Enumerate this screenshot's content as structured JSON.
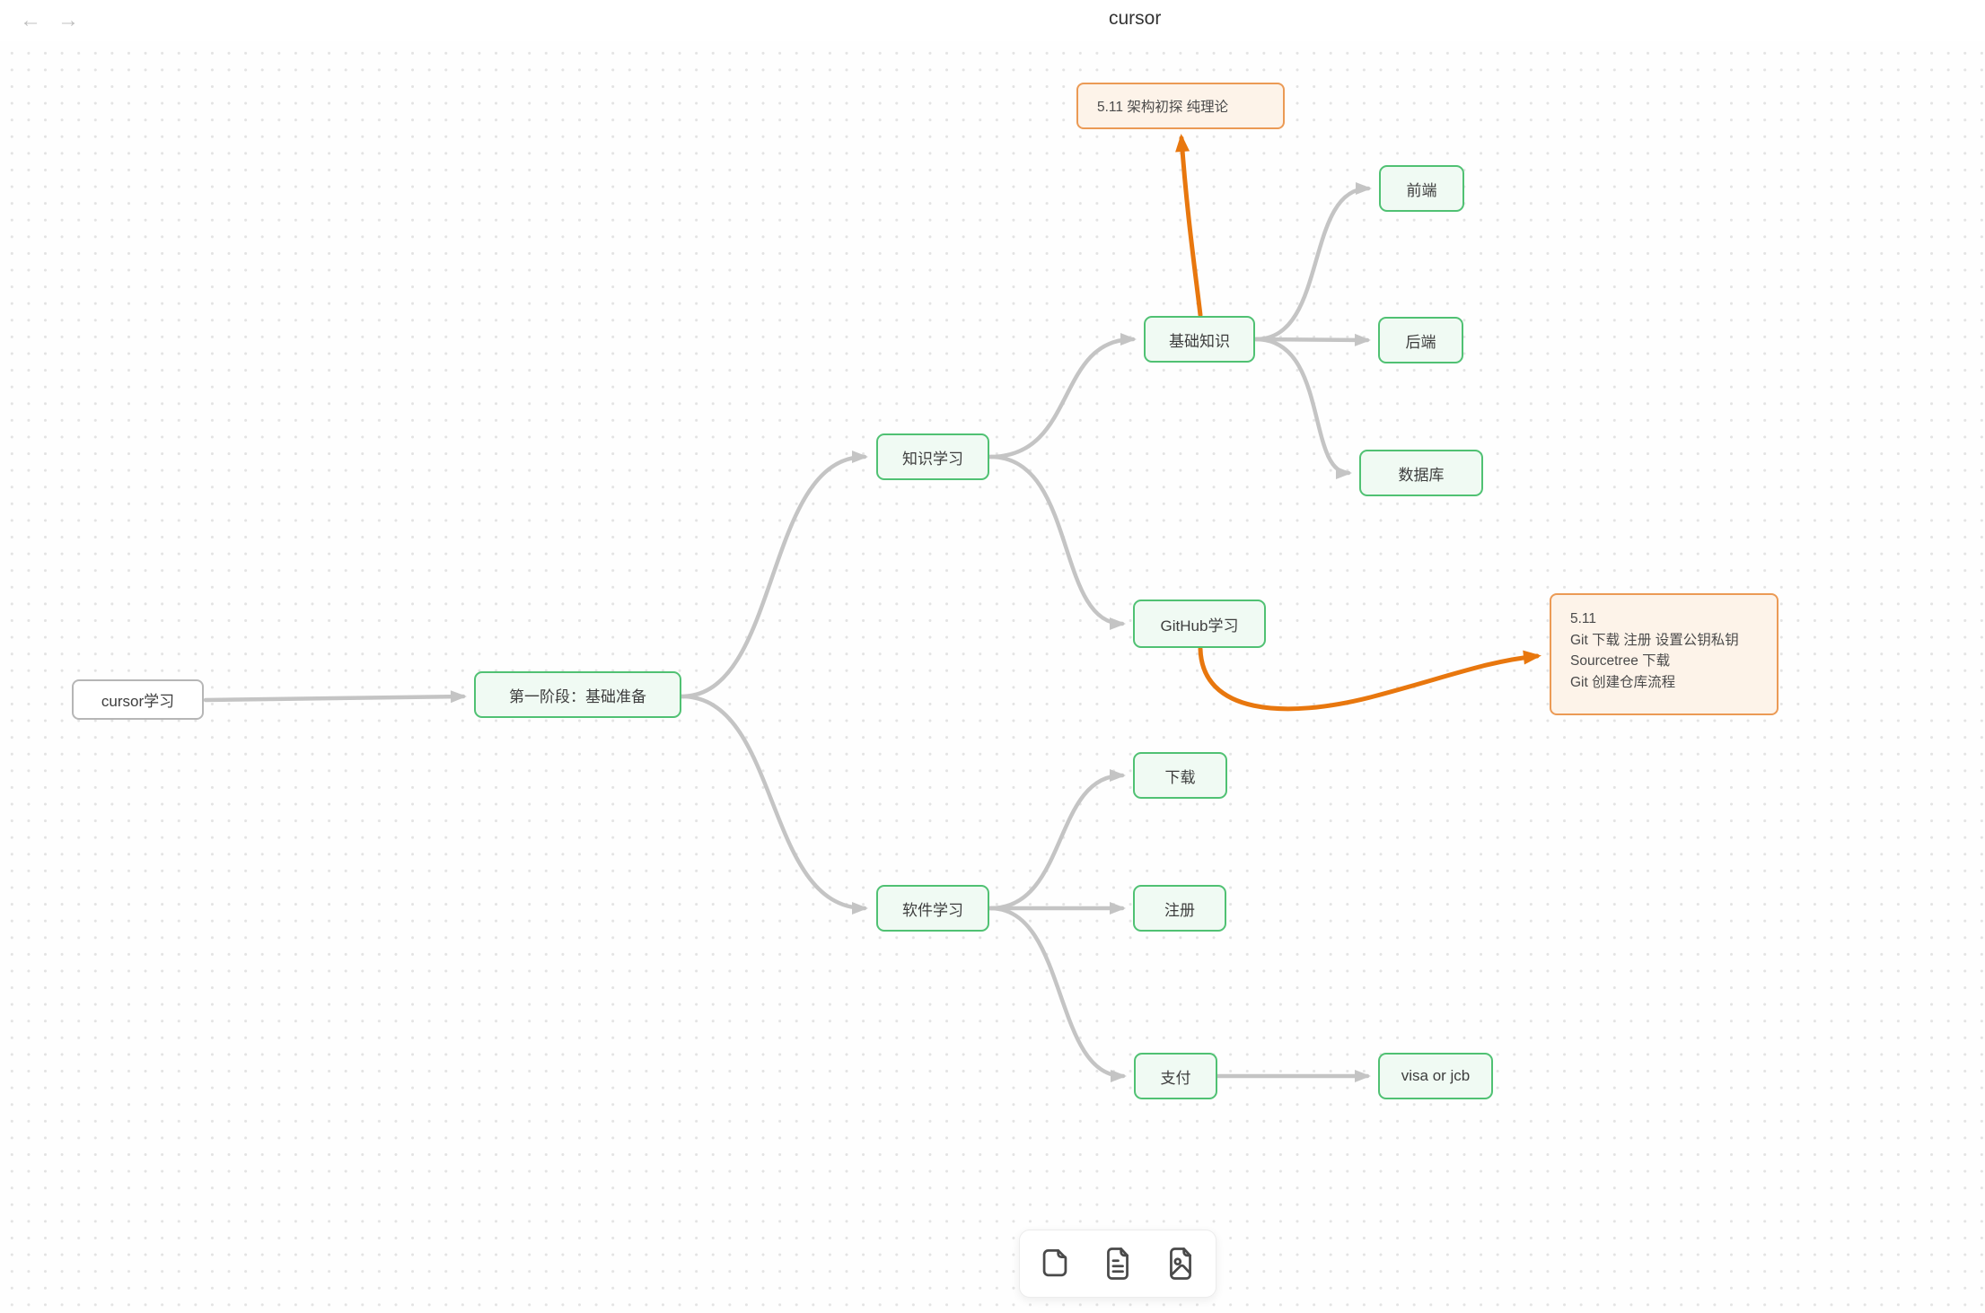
{
  "header": {
    "title": "cursor",
    "back_icon": "←",
    "forward_icon": "→"
  },
  "canvas": {
    "nodes": {
      "cursor_learning": {
        "label": "cursor学习"
      },
      "stage1": {
        "label": "第一阶段：基础准备"
      },
      "knowledge": {
        "label": "知识学习"
      },
      "software": {
        "label": "软件学习"
      },
      "basics": {
        "label": "基础知识"
      },
      "github": {
        "label": "GitHub学习"
      },
      "frontend": {
        "label": "前端"
      },
      "backend": {
        "label": "后端"
      },
      "database": {
        "label": "数据库"
      },
      "download": {
        "label": "下载"
      },
      "register": {
        "label": "注册"
      },
      "payment": {
        "label": "支付"
      },
      "visa": {
        "label": "visa or jcb"
      }
    },
    "notes": {
      "top": {
        "text": "5.11 架构初探 纯理论"
      },
      "right": {
        "lines": [
          "5.11",
          "Git 下载 注册 设置公钥私钥",
          "Sourcetree 下载",
          "Git 创建仓库流程"
        ]
      }
    },
    "colors": {
      "node_border_green": "#50c173",
      "node_fill_green": "#f0faf3",
      "node_border_gray": "#b6b6b6",
      "connector_gray": "#c4c4c4",
      "connector_orange": "#e8770e",
      "note_border_orange": "#eb9a55",
      "note_fill_orange": "#fdf3e9"
    }
  },
  "toolbar": {
    "icons": [
      "new-file",
      "text-file",
      "image-file"
    ]
  }
}
